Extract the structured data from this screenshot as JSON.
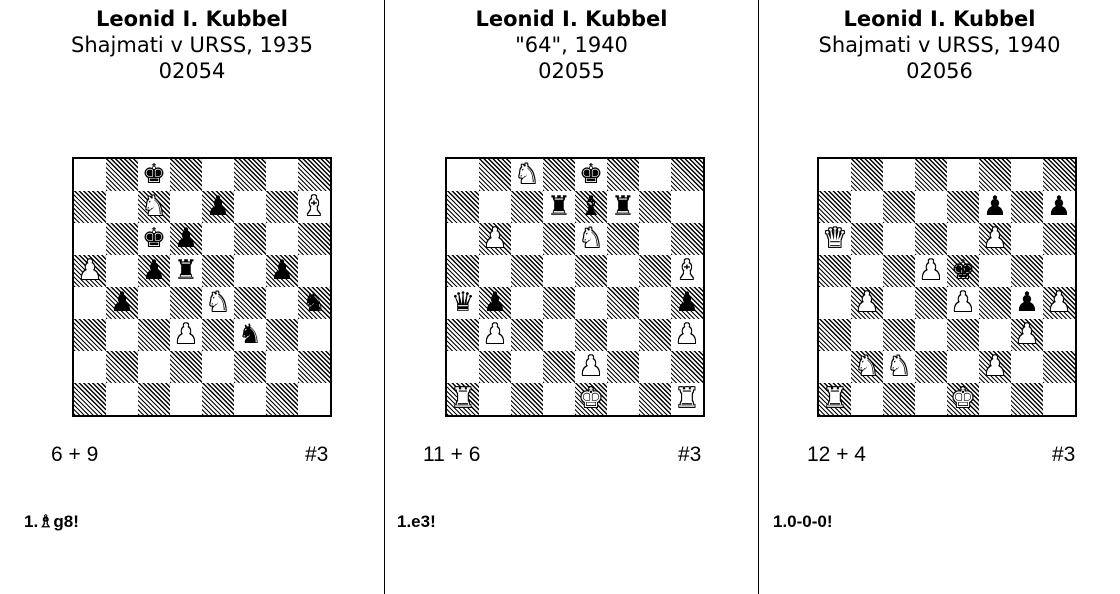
{
  "problems": [
    {
      "author": "Leonid I. Kubbel",
      "source": "Shajmati v URSS, 1935",
      "number": "02054",
      "counts": "6 + 9",
      "stipulation": "#3",
      "solution": "1.♗g8!",
      "pieces": {
        "c8": "bk",
        "c7": "wn",
        "e7": "bp",
        "h7": "wb",
        "c6": "bk",
        "d6": "bp",
        "a5": "wp",
        "c5": "bp",
        "d5": "br",
        "g5": "bp",
        "b4": "bp",
        "e4": "wn",
        "h4": "bn",
        "d3": "wp",
        "f3": "bn"
      }
    },
    {
      "author": "Leonid I. Kubbel",
      "source": "\"64\", 1940",
      "number": "02055",
      "counts": "11 + 6",
      "stipulation": "#3",
      "solution": "1.e3!",
      "pieces": {
        "c8": "wn",
        "e8": "bk",
        "d7": "br",
        "e7": "bb",
        "f7": "br",
        "b6": "wp",
        "e6": "wn",
        "h5": "wb",
        "a4": "bq",
        "b4": "bp",
        "h4": "bp",
        "b3": "wp",
        "h3": "wp",
        "e2": "wp",
        "a1": "wr",
        "e1": "wk",
        "h1": "wr"
      }
    },
    {
      "author": "Leonid I. Kubbel",
      "source": "Shajmati v URSS, 1940",
      "number": "02056",
      "counts": "12 + 4",
      "stipulation": "#3",
      "solution": "1.0-0-0!",
      "pieces": {
        "f7": "bp",
        "h7": "bp",
        "a6": "wq",
        "f6": "wp",
        "d5": "wp",
        "e5": "bk",
        "b4": "wp",
        "e4": "wp",
        "g4": "bp",
        "h4": "wp",
        "g3": "wp",
        "b2": "wn",
        "c2": "wn",
        "f2": "wp",
        "a1": "wr",
        "e1": "wk"
      }
    }
  ]
}
